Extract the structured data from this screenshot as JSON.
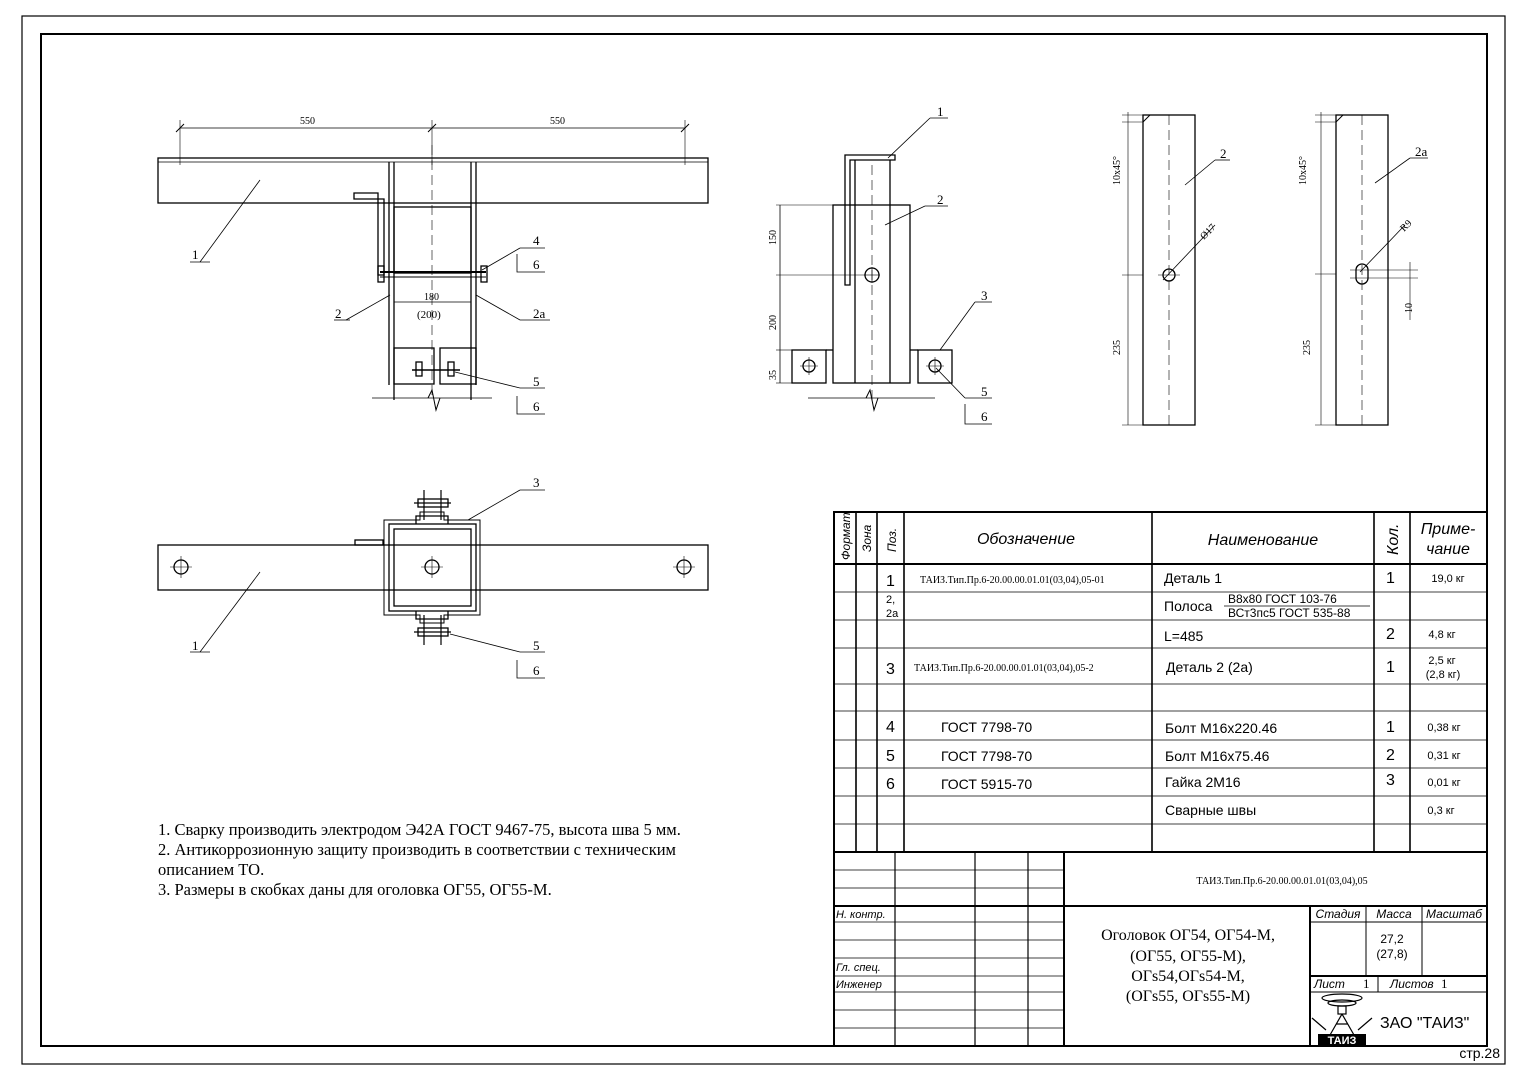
{
  "drawing": {
    "dims": {
      "d550a": "550",
      "d550b": "550",
      "d180": "180",
      "d200p": "(200)",
      "d150": "150",
      "d200": "200",
      "d35": "35",
      "d10x45a": "10x45°",
      "d10x45b": "10x45°",
      "d235a": "235",
      "d235b": "235",
      "dphi17": "Ø17",
      "dR9": "R9",
      "d10": "10"
    },
    "callouts": {
      "v1_1": "1",
      "v1_2": "2",
      "v1_2a": "2a",
      "v1_4": "4",
      "v1_6a": "6",
      "v1_5": "5",
      "v1_6b": "6",
      "v2_1": "1",
      "v2_2": "2",
      "v2_3": "3",
      "v2_5": "5",
      "v2_6": "6",
      "v3_2": "2",
      "v4_2a": "2a",
      "v5_1": "1",
      "v5_3": "3",
      "v5_5": "5",
      "v5_6": "6"
    }
  },
  "notes": [
    "1. Сварку производить электродом Э42А ГОСТ 9467-75, высота шва 5 мм.",
    "2. Антикоррозионную защиту производить в соответствии с техническим",
    "описанием ТО.",
    "3. Размеры в скобках даны для оголовка ОГ55, ОГ55-М."
  ],
  "spec": {
    "headers": {
      "format": "Формат",
      "zone": "Зона",
      "pos": "Поз.",
      "designation": "Обозначение",
      "name": "Наименование",
      "qty": "Кол.",
      "note1": "Приме-",
      "note2": "чание"
    },
    "rows": [
      {
        "pos": "1",
        "designation": "ТАИЗ.Тип.Пр.6-20.00.00.01.01(03,04),05-01",
        "name": "Деталь 1",
        "qty": "1",
        "note": "19,0 кг"
      },
      {
        "pos": "2,",
        "pos2": "2а",
        "designation": "",
        "name": "Полоса",
        "frac_top": "В8х80 ГОСТ 103-76",
        "frac_bot": "ВСт3пс5 ГОСТ 535-88",
        "qty": "",
        "note": ""
      },
      {
        "pos": "",
        "designation": "",
        "name": "L=485",
        "qty": "2",
        "note": "4,8 кг"
      },
      {
        "pos": "3",
        "designation": "ТАИЗ.Тип.Пр.6-20.00.00.01.01(03,04),05-2",
        "name": "Деталь 2 (2а)",
        "qty": "1",
        "note": "2,5 кг",
        "note2": "(2,8 кг)"
      },
      {
        "pos": "",
        "designation": "",
        "name": "",
        "qty": "",
        "note": ""
      },
      {
        "pos": "4",
        "designation": "ГОСТ 7798-70",
        "name": "Болт М16х220.46",
        "qty": "1",
        "note": "0,38 кг"
      },
      {
        "pos": "5",
        "designation": "ГОСТ 7798-70",
        "name": "Болт М16х75.46",
        "qty": "2",
        "note": "0,31 кг"
      },
      {
        "pos": "6",
        "designation": "ГОСТ 5915-70",
        "name": "Гайка 2М16",
        "qty": "3",
        "note": "0,01 кг"
      },
      {
        "pos": "",
        "designation": "",
        "name": "Сварные швы",
        "qty": "",
        "note": "0,3 кг"
      }
    ]
  },
  "titleblock": {
    "code": "ТАИЗ.Тип.Пр.6-20.00.00.01.01(03,04),05",
    "roles": {
      "n_kontr": "Н. контр.",
      "gl_spec": "Гл. спец.",
      "inzhener": "Инженер"
    },
    "title_lines": [
      "Оголовок ОГ54, ОГ54-М,",
      "(ОГ55, ОГ55-М),",
      "ОГs54,ОГs54-М,",
      "(ОГs55, ОГs55-М)"
    ],
    "labels": {
      "stage": "Стадия",
      "mass": "Масса",
      "scale": "Масштаб",
      "sheet": "Лист",
      "sheets": "Листов"
    },
    "mass_value": "27,2",
    "mass_value2": "(27,8)",
    "sheet_value": "1",
    "sheets_value": "1",
    "company": "ЗАО \"ТАИЗ\"",
    "logo_text": "ТАИЗ"
  },
  "page_number": "стр.28"
}
